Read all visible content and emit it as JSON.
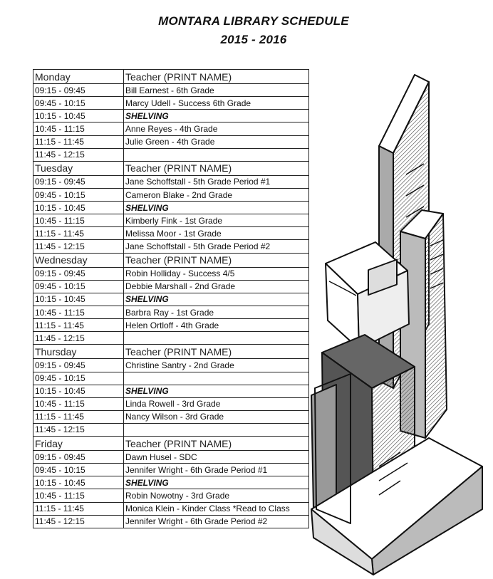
{
  "title": "MONTARA LIBRARY SCHEDULE",
  "subtitle": "2015 - 2016",
  "days": [
    {
      "day": "Monday",
      "header": "Teacher (PRINT NAME)",
      "rows": [
        {
          "time": "09:15 - 09:45",
          "teacher": "Bill Earnest - 6th Grade"
        },
        {
          "time": "09:45 - 10:15",
          "teacher": "Marcy Udell - Success 6th Grade"
        },
        {
          "time": "10:15 - 10:45",
          "teacher": "SHELVING"
        },
        {
          "time": "10:45 - 11:15",
          "teacher": "Anne Reyes - 4th Grade"
        },
        {
          "time": "11:15 - 11:45",
          "teacher": "Julie Green - 4th Grade"
        },
        {
          "time": "11:45 - 12:15",
          "teacher": ""
        }
      ]
    },
    {
      "day": "Tuesday",
      "header": "Teacher (PRINT NAME)",
      "rows": [
        {
          "time": "09:15 - 09:45",
          "teacher": "Jane Schoffstall - 5th Grade Period #1"
        },
        {
          "time": "09:45 - 10:15",
          "teacher": "Cameron Blake - 2nd Grade"
        },
        {
          "time": "10:15 - 10:45",
          "teacher": "SHELVING"
        },
        {
          "time": "10:45 - 11:15",
          "teacher": "Kimberly Fink - 1st Grade"
        },
        {
          "time": "11:15 - 11:45",
          "teacher": "Melissa Moor - 1st Grade"
        },
        {
          "time": "11:45 - 12:15",
          "teacher": "Jane Schoffstall - 5th Grade Period #2"
        }
      ]
    },
    {
      "day": "Wednesday",
      "header": "Teacher (PRINT NAME)",
      "rows": [
        {
          "time": "09:15 - 09:45",
          "teacher": "Robin Holliday - Success 4/5"
        },
        {
          "time": "09:45 - 10:15",
          "teacher": "Debbie Marshall - 2nd Grade"
        },
        {
          "time": "10:15 - 10:45",
          "teacher": "SHELVING"
        },
        {
          "time": "10:45 - 11:15",
          "teacher": "Barbra Ray - 1st Grade"
        },
        {
          "time": "11:15 - 11:45",
          "teacher": "Helen Ortloff - 4th Grade"
        },
        {
          "time": "11:45 - 12:15",
          "teacher": ""
        }
      ]
    },
    {
      "day": "Thursday",
      "header": "Teacher (PRINT NAME)",
      "rows": [
        {
          "time": "09:15 - 09:45",
          "teacher": "Christine Santry - 2nd Grade"
        },
        {
          "time": "09:45 - 10:15",
          "teacher": ""
        },
        {
          "time": "10:15 - 10:45",
          "teacher": "SHELVING"
        },
        {
          "time": "10:45 - 11:15",
          "teacher": "Linda Rowell - 3rd Grade"
        },
        {
          "time": "11:15 - 11:45",
          "teacher": "Nancy Wilson - 3rd Grade"
        },
        {
          "time": "11:45 - 12:15",
          "teacher": ""
        }
      ]
    },
    {
      "day": "Friday",
      "header": "Teacher (PRINT NAME)",
      "rows": [
        {
          "time": "09:15 - 09:45",
          "teacher": "Dawn Husel - SDC"
        },
        {
          "time": "09:45 - 10:15",
          "teacher": "Jennifer Wright - 6th Grade Period #1"
        },
        {
          "time": "10:15 - 10:45",
          "teacher": "SHELVING"
        },
        {
          "time": "10:45 - 11:15",
          "teacher": "Robin Nowotny - 3rd Grade"
        },
        {
          "time": "11:15 - 11:45",
          "teacher": "Monica Klein - Kinder Class *Read to Class"
        },
        {
          "time": "11:45 - 12:15",
          "teacher": "Jennifer Wright - 6th Grade Period #2"
        }
      ]
    }
  ],
  "illustration": "stack-of-books-icon"
}
